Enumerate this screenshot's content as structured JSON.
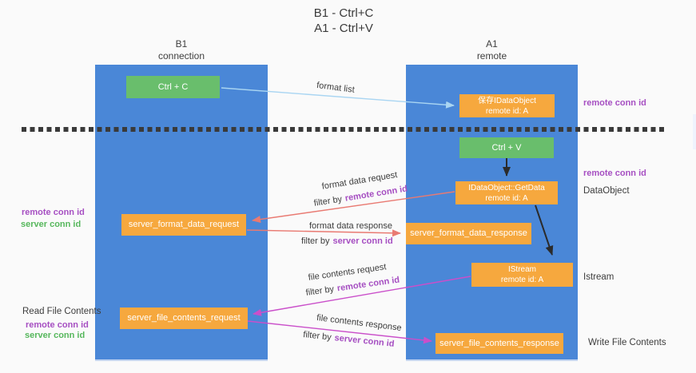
{
  "title": {
    "line1": "B1 - Ctrl+C",
    "line2": "A1 - Ctrl+V"
  },
  "lanes": {
    "left": {
      "header_line1": "B1",
      "header_line2": "connection"
    },
    "right": {
      "header_line1": "A1",
      "header_line2": "remote"
    }
  },
  "boxes": {
    "ctrl_c": {
      "label": "Ctrl + C"
    },
    "ctrl_v": {
      "label": "Ctrl + V"
    },
    "save_dataobject": {
      "line1": "保存IDataObject",
      "line2": "remote id: A"
    },
    "getdata": {
      "line1": "IDataObject::GetData",
      "line2": "remote id: A"
    },
    "istream": {
      "line1": "IStream",
      "line2": "remote id: A"
    },
    "server_format_data_request": {
      "label": "server_format_data_request"
    },
    "server_format_data_response": {
      "label": "server_format_data_response"
    },
    "server_file_contents_request": {
      "label": "server_file_contents_request"
    },
    "server_file_contents_response": {
      "label": "server_file_contents_response"
    }
  },
  "left_labels": {
    "format_remote": "remote conn id",
    "format_server": "server conn id",
    "read_file": "Read File Contents",
    "file_remote": "remote conn id",
    "file_server": "server conn id"
  },
  "right_labels": {
    "remote_conn_top": "remote conn id",
    "remote_conn_mid": "remote conn id",
    "dataobject": "DataObject",
    "istream": "Istream",
    "write_file": "Write File Contents"
  },
  "arrow_labels": {
    "format_list": "format list",
    "format_data_request": "format data request",
    "format_data_response": "format data response",
    "file_contents_request": "file contents request",
    "file_contents_response": "file contents response",
    "filter_by": "filter by",
    "remote_conn_id": "remote conn id",
    "server_conn_id": "server conn id"
  },
  "colors": {
    "lane_blue": "#4a87d7",
    "box_green": "#69be6c",
    "box_orange": "#f6a83e",
    "arrow_blue": "#a9d5f2",
    "arrow_black": "#2b2b2b",
    "arrow_red": "#e97a72",
    "arrow_magenta": "#ca4fca",
    "label_purple": "#a64fc2",
    "label_green": "#56b75c",
    "text_dark": "#3d3d3d",
    "separator": "#3a3a3a",
    "background": "#fafafa"
  }
}
